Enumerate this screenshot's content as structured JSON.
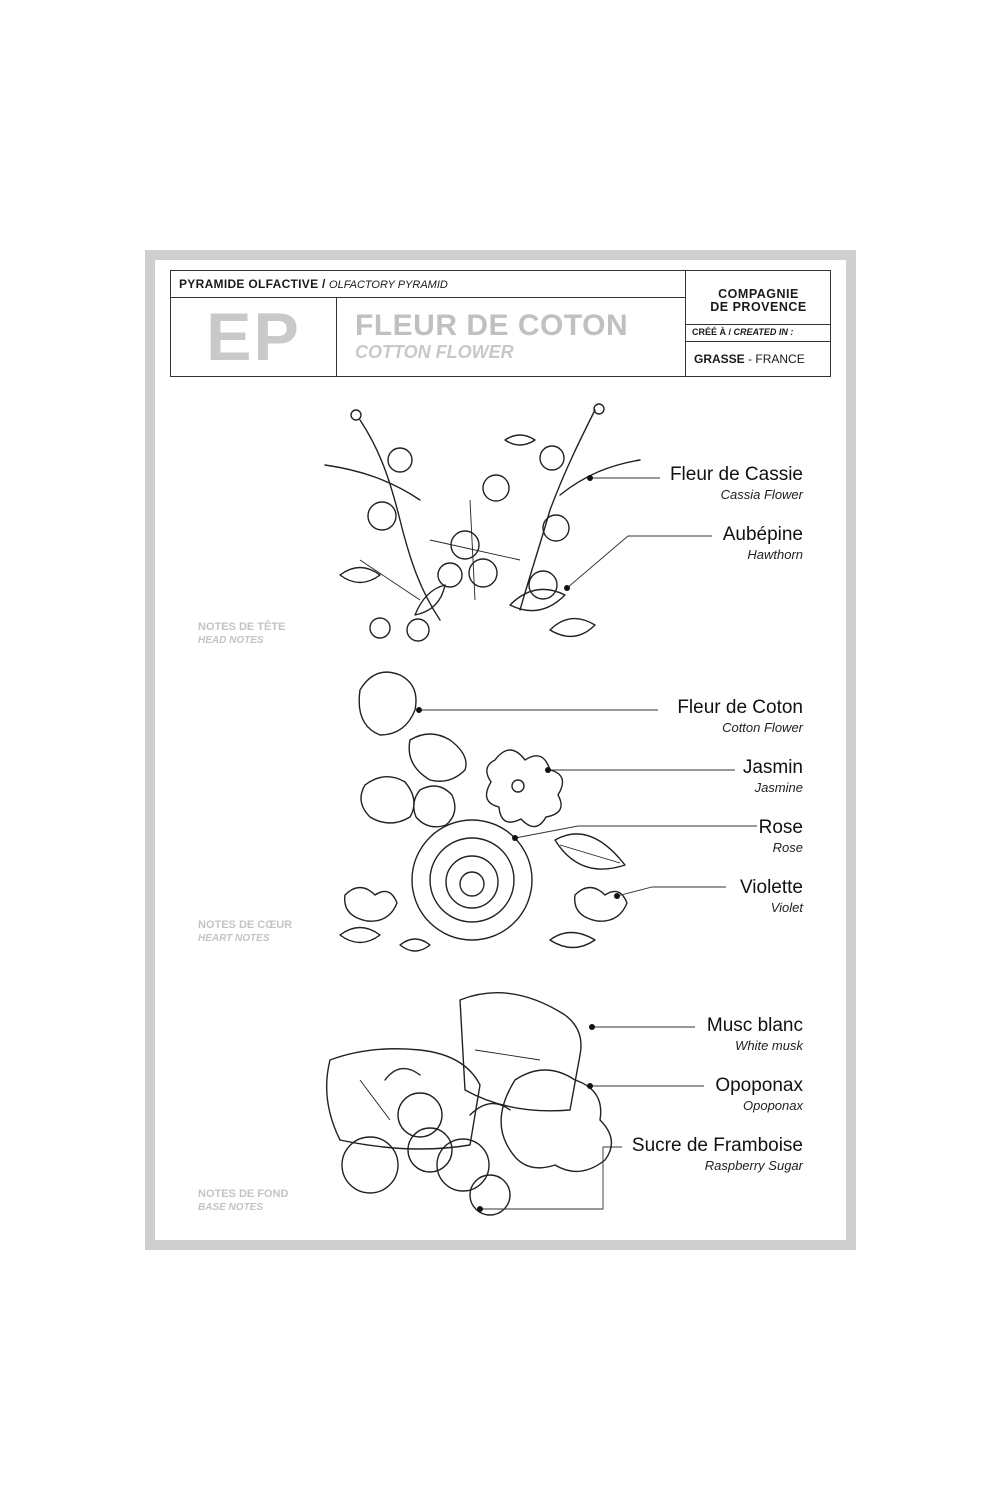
{
  "header": {
    "pyramid_fr": "PYRAMIDE OLFACTIVE /",
    "pyramid_en": "OLFACTORY PYRAMID",
    "code": "EP",
    "name_fr": "FLEUR DE COTON",
    "name_en": "COTTON FLOWER",
    "brand_line1": "COMPAGNIE",
    "brand_line2": "DE PROVENCE",
    "created_fr": "CRÉÉ À /",
    "created_en": "CREATED IN :",
    "city": "GRASSE",
    "country": "FRANCE"
  },
  "tiers": {
    "head": {
      "fr": "NOTES DE TÊTE",
      "en": "HEAD NOTES"
    },
    "heart": {
      "fr": "NOTES DE CŒUR",
      "en": "HEART NOTES"
    },
    "base": {
      "fr": "NOTES DE FOND",
      "en": "BASE NOTES"
    }
  },
  "notes": {
    "head": [
      {
        "fr": "Fleur de Cassie",
        "en": "Cassia Flower"
      },
      {
        "fr": "Aubépine",
        "en": "Hawthorn"
      }
    ],
    "heart": [
      {
        "fr": "Fleur de Coton",
        "en": "Cotton Flower"
      },
      {
        "fr": "Jasmin",
        "en": "Jasmine"
      },
      {
        "fr": "Rose",
        "en": "Rose"
      },
      {
        "fr": "Violette",
        "en": "Violet"
      }
    ],
    "base": [
      {
        "fr": "Musc blanc",
        "en": "White musk"
      },
      {
        "fr": "Opoponax",
        "en": "Opoponax"
      },
      {
        "fr": "Sucre de Framboise",
        "en": "Raspberry Sugar"
      }
    ]
  }
}
